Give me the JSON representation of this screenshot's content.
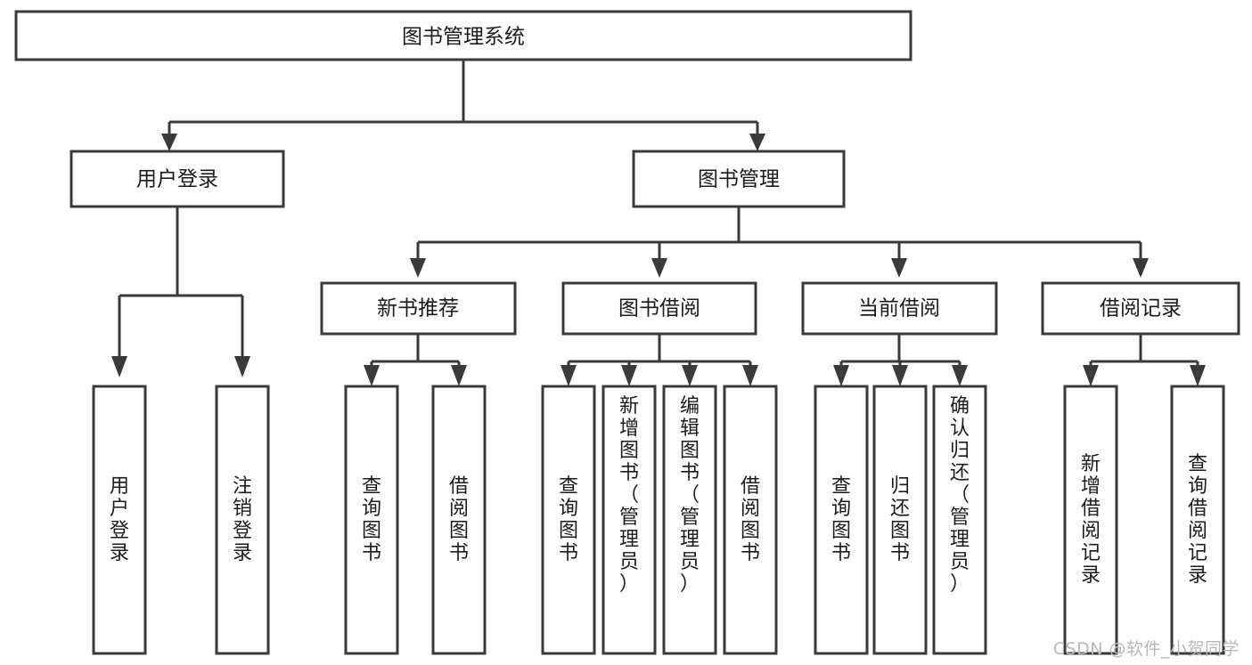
{
  "diagram": {
    "type": "tree-hierarchy",
    "title": "图书管理系统",
    "root": {
      "label": "图书管理系统",
      "id": "root"
    },
    "level1": [
      {
        "id": "user-login",
        "label": "用户登录"
      },
      {
        "id": "book-manage",
        "label": "图书管理"
      }
    ],
    "level2": [
      {
        "id": "new-book-recommend",
        "label": "新书推荐",
        "parent": "book-manage"
      },
      {
        "id": "book-borrow",
        "label": "图书借阅",
        "parent": "book-manage"
      },
      {
        "id": "current-borrow",
        "label": "当前借阅",
        "parent": "book-manage"
      },
      {
        "id": "borrow-record",
        "label": "借阅记录",
        "parent": "book-manage"
      }
    ],
    "leaves": [
      {
        "id": "leaf-user-login",
        "label": "用户登录",
        "parent": "user-login"
      },
      {
        "id": "leaf-logout-login",
        "label": "注销登录",
        "parent": "user-login"
      },
      {
        "id": "leaf-query-book-1",
        "label": "查询图书",
        "parent": "new-book-recommend"
      },
      {
        "id": "leaf-borrow-book-1",
        "label": "借阅图书",
        "parent": "new-book-recommend"
      },
      {
        "id": "leaf-query-book-2",
        "label": "查询图书",
        "parent": "book-borrow"
      },
      {
        "id": "leaf-add-book",
        "label": "新增图书（管理员）",
        "parent": "book-borrow"
      },
      {
        "id": "leaf-edit-book",
        "label": "编辑图书（管理员）",
        "parent": "book-borrow"
      },
      {
        "id": "leaf-borrow-book-2",
        "label": "借阅图书",
        "parent": "book-borrow"
      },
      {
        "id": "leaf-query-book-3",
        "label": "查询图书",
        "parent": "current-borrow"
      },
      {
        "id": "leaf-return-book",
        "label": "归还图书",
        "parent": "current-borrow"
      },
      {
        "id": "leaf-confirm-return",
        "label": "确认归还（管理员）",
        "parent": "current-borrow"
      },
      {
        "id": "leaf-add-record",
        "label": "新增借阅记录",
        "parent": "borrow-record"
      },
      {
        "id": "leaf-query-record",
        "label": "查询借阅记录",
        "parent": "borrow-record"
      }
    ],
    "colors": {
      "stroke": "#3a3a3a",
      "fill": "#ffffff",
      "text": "#1b1b1b",
      "watermark": "#b8b8b8",
      "background": "#ffffff"
    }
  },
  "watermark": {
    "text": "CSDN @软件_小贺同学"
  }
}
